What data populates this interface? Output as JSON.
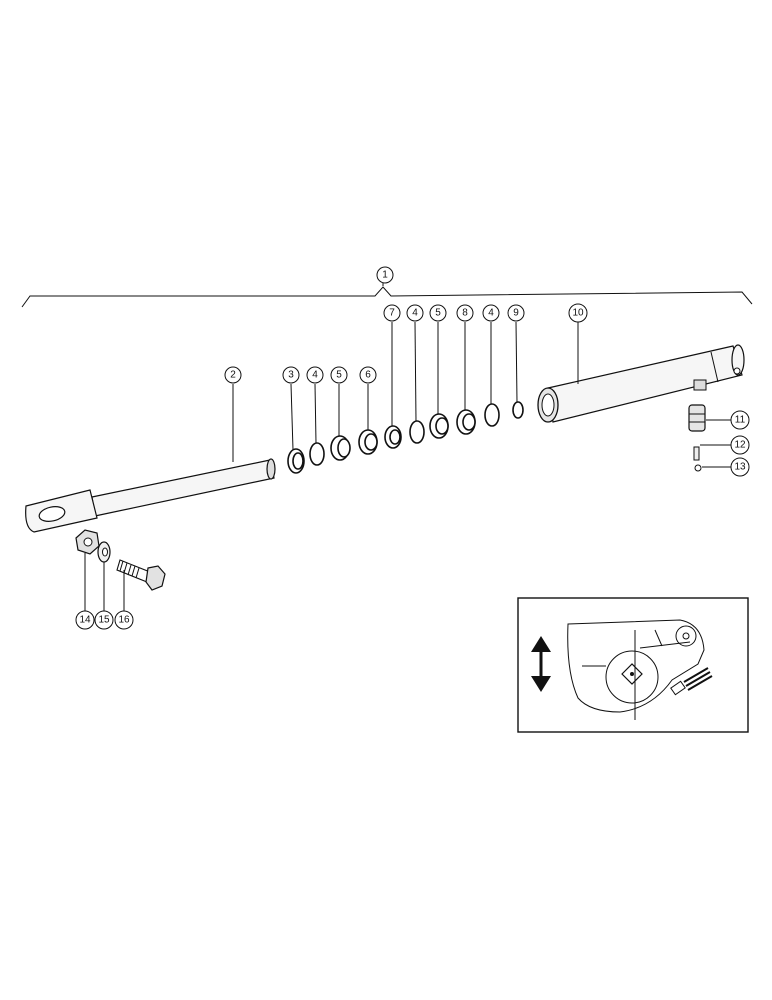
{
  "diagram": {
    "assembly_callout": "1",
    "callouts": [
      {
        "id": "piston-rod",
        "label": "2"
      },
      {
        "id": "rod-guide",
        "label": "3"
      },
      {
        "id": "o-ring-a",
        "label": "4"
      },
      {
        "id": "seal-a",
        "label": "5"
      },
      {
        "id": "bushing",
        "label": "6"
      },
      {
        "id": "backup-ring",
        "label": "7"
      },
      {
        "id": "o-ring-b",
        "label": "4"
      },
      {
        "id": "seal-b",
        "label": "5"
      },
      {
        "id": "piston",
        "label": "8"
      },
      {
        "id": "o-ring-c",
        "label": "4"
      },
      {
        "id": "snap-ring",
        "label": "9"
      },
      {
        "id": "cylinder-barrel",
        "label": "10"
      },
      {
        "id": "fitting",
        "label": "11"
      },
      {
        "id": "pin",
        "label": "12"
      },
      {
        "id": "ball",
        "label": "13"
      },
      {
        "id": "nut",
        "label": "14"
      },
      {
        "id": "washer",
        "label": "15"
      },
      {
        "id": "bolt",
        "label": "16"
      }
    ],
    "inset": {
      "arrow_icon": "double-vertical-arrow-icon"
    }
  }
}
